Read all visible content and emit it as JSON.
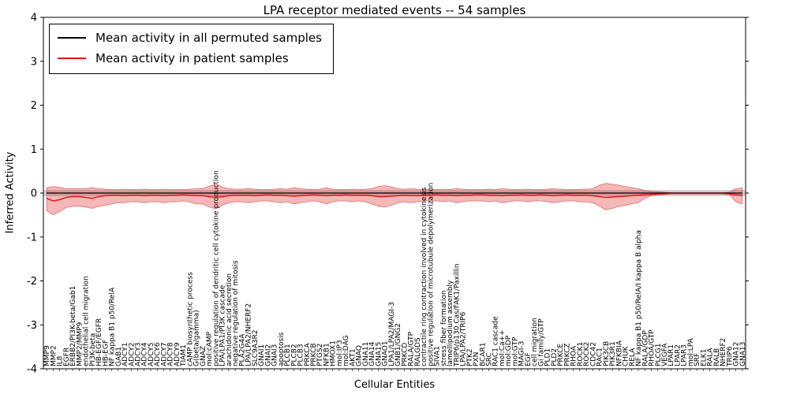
{
  "title": "LPA receptor mediated events -- 54 samples",
  "legend": [
    {
      "label": "Mean activity in all permuted samples",
      "color": "#000000"
    },
    {
      "label": "Mean activity in patient samples",
      "color": "#dd1111"
    }
  ],
  "axes": {
    "ylabel": "Inferred Activity",
    "xlabel": "Cellular Entities",
    "yticks": [
      -4,
      -3,
      -2,
      -1,
      0,
      1,
      2,
      3,
      4
    ],
    "ylim": [
      -4,
      4
    ]
  },
  "chart_data": {
    "type": "line",
    "title": "LPA receptor mediated events -- 54 samples",
    "xlabel": "Cellular Entities",
    "ylabel": "Inferred Activity",
    "ylim": [
      -4,
      4
    ],
    "grid": false,
    "legend_position": "upper left",
    "categories": [
      "MMP9",
      "MMP2",
      "IL8",
      "EGFR",
      "ERBB2/PI3K-beta/Gab1",
      "MMP2/MMP9",
      "endothelial cell migration",
      "PI3K-beta",
      "HB-EGF/EGFR",
      "HB-EGF",
      "NF kappa B1 p50/RelA",
      "GAB1",
      "ADCY1",
      "ADCY2",
      "ADCY3",
      "ADCY4",
      "ADCY5",
      "ADCY6",
      "ADCY7",
      "ADCY8",
      "ADCY9",
      "TIAM1",
      "cAMP biosynthetic process",
      "G(beta/gamma)",
      "GNAZ",
      "mol:cAMP",
      "positive regulation of dendritic cell cytokine production",
      "LPA/LPA1/PI3K cascade",
      "arachidonic acid secretion",
      "negative regulation of mitosis",
      "PLA2G4A",
      "LPA/LPA2/NHERF2",
      "SLC9A3R2",
      "GNAI1",
      "GNAI2",
      "GNAI3",
      "apoptosis",
      "PLCB1",
      "PLCB2",
      "PLCB3",
      "PRKCA",
      "PRKCB",
      "PTGS2",
      "NFKB1",
      "HMOX1",
      "mol:IP3",
      "mol:DAG",
      "AKT1",
      "GNAQ",
      "GNA11",
      "GNA14",
      "GNA15",
      "GNAO1",
      "LPA1/LPA2/MAGI-3",
      "GNB1/GNG2",
      "PRKCD",
      "RALA/GTP",
      "RALGDS",
      "contractile ring contraction involved in cytokinesis",
      "positive regulation of microtubule depolymerization",
      "SIVA1",
      "stress fiber formation",
      "lamellipodium assembly",
      "TRIP6/p130 Cas/FAK1/Paxillin",
      "LPA/LPA2/TRIP6",
      "PTK2",
      "PXN",
      "BCAR1",
      "SRC",
      "RAC1 cascade",
      "mol:Ca++",
      "mol:GDP",
      "mol:GTP",
      "MAGI-3",
      "EGF",
      "cell migration",
      "Gi family/GTP",
      "PLD1",
      "PLD2",
      "PRKCE",
      "PRKCZ",
      "RHOA",
      "ROCK1",
      "ROCK2",
      "CDC42",
      "RAC1",
      "PIK3CB",
      "PIK3R1",
      "NFKBIA",
      "CHUK",
      "RELA",
      "NF kappa B1 p50/RelA/I kappa B alpha",
      "RALA/GDP",
      "RHOA/GTP",
      "PLCG1",
      "VEGFA",
      "LPAR1",
      "LPAR2",
      "LPAR3",
      "mol:LPA",
      "SRF",
      "ELK1",
      "RALA",
      "RALB",
      "NHERF2",
      "TRIP6",
      "GNA12",
      "GNA13"
    ],
    "series": [
      {
        "name": "Mean activity in all permuted samples",
        "color": "#000000",
        "constant": 0
      },
      {
        "name": "Mean activity in patient samples",
        "color": "#dd1111",
        "values": [
          -0.12,
          -0.18,
          -0.15,
          -0.1,
          -0.08,
          -0.08,
          -0.1,
          -0.12,
          -0.08,
          -0.06,
          -0.05,
          -0.05,
          -0.06,
          -0.05,
          -0.05,
          -0.06,
          -0.05,
          -0.05,
          -0.06,
          -0.05,
          -0.05,
          -0.04,
          -0.05,
          -0.06,
          -0.06,
          -0.08,
          -0.1,
          -0.08,
          -0.06,
          -0.05,
          -0.05,
          -0.05,
          -0.06,
          -0.05,
          -0.04,
          -0.05,
          -0.05,
          -0.06,
          -0.07,
          -0.06,
          -0.05,
          -0.04,
          -0.05,
          -0.06,
          -0.05,
          -0.05,
          -0.04,
          -0.05,
          -0.05,
          -0.05,
          -0.06,
          -0.08,
          -0.08,
          -0.07,
          -0.06,
          -0.05,
          -0.06,
          -0.06,
          -0.05,
          -0.05,
          -0.04,
          -0.05,
          -0.05,
          -0.06,
          -0.05,
          -0.05,
          -0.04,
          -0.04,
          -0.05,
          -0.05,
          -0.06,
          -0.05,
          -0.05,
          -0.04,
          -0.05,
          -0.05,
          -0.04,
          -0.05,
          -0.06,
          -0.05,
          -0.04,
          -0.05,
          -0.05,
          -0.05,
          -0.06,
          -0.08,
          -0.1,
          -0.09,
          -0.08,
          -0.07,
          -0.06,
          -0.05,
          -0.04,
          -0.03,
          -0.02,
          -0.02,
          -0.01,
          -0.01,
          -0.01,
          -0.01,
          -0.01,
          -0.01,
          -0.01,
          -0.01,
          -0.01,
          -0.02,
          -0.04,
          -0.05
        ]
      }
    ],
    "patient_band": {
      "color": "rgba(221,17,17,0.3)",
      "edge_color": "rgba(200,30,30,0.55)",
      "upper": [
        0.12,
        0.15,
        0.13,
        0.1,
        0.1,
        0.1,
        0.1,
        0.12,
        0.1,
        0.09,
        0.08,
        0.08,
        0.09,
        0.08,
        0.08,
        0.09,
        0.08,
        0.08,
        0.09,
        0.08,
        0.08,
        0.08,
        0.09,
        0.1,
        0.1,
        0.16,
        0.2,
        0.14,
        0.1,
        0.09,
        0.09,
        0.1,
        0.09,
        0.08,
        0.08,
        0.09,
        0.1,
        0.09,
        0.12,
        0.1,
        0.09,
        0.08,
        0.09,
        0.12,
        0.09,
        0.08,
        0.08,
        0.09,
        0.08,
        0.09,
        0.1,
        0.15,
        0.17,
        0.14,
        0.1,
        0.09,
        0.1,
        0.09,
        0.08,
        0.08,
        0.08,
        0.09,
        0.08,
        0.1,
        0.09,
        0.08,
        0.08,
        0.08,
        0.09,
        0.08,
        0.1,
        0.09,
        0.08,
        0.08,
        0.09,
        0.08,
        0.08,
        0.09,
        0.1,
        0.09,
        0.08,
        0.08,
        0.09,
        0.09,
        0.1,
        0.18,
        0.22,
        0.2,
        0.18,
        0.15,
        0.12,
        0.1,
        0.06,
        0.04,
        0.03,
        0.02,
        0.01,
        0.01,
        0.01,
        0.01,
        0.01,
        0.01,
        0.01,
        0.01,
        0.01,
        0.02,
        0.1,
        0.12
      ],
      "lower": [
        -0.4,
        -0.5,
        -0.42,
        -0.33,
        -0.3,
        -0.3,
        -0.32,
        -0.35,
        -0.3,
        -0.28,
        -0.25,
        -0.22,
        -0.22,
        -0.2,
        -0.2,
        -0.22,
        -0.2,
        -0.2,
        -0.22,
        -0.2,
        -0.2,
        -0.18,
        -0.2,
        -0.25,
        -0.25,
        -0.32,
        -0.36,
        -0.28,
        -0.22,
        -0.2,
        -0.2,
        -0.22,
        -0.2,
        -0.18,
        -0.18,
        -0.2,
        -0.22,
        -0.2,
        -0.25,
        -0.22,
        -0.2,
        -0.18,
        -0.2,
        -0.25,
        -0.2,
        -0.18,
        -0.18,
        -0.2,
        -0.18,
        -0.2,
        -0.25,
        -0.3,
        -0.32,
        -0.28,
        -0.22,
        -0.2,
        -0.22,
        -0.2,
        -0.18,
        -0.18,
        -0.18,
        -0.2,
        -0.18,
        -0.22,
        -0.2,
        -0.18,
        -0.18,
        -0.18,
        -0.2,
        -0.18,
        -0.22,
        -0.2,
        -0.18,
        -0.18,
        -0.2,
        -0.18,
        -0.18,
        -0.2,
        -0.22,
        -0.2,
        -0.18,
        -0.18,
        -0.2,
        -0.2,
        -0.22,
        -0.3,
        -0.38,
        -0.35,
        -0.3,
        -0.28,
        -0.25,
        -0.22,
        -0.12,
        -0.06,
        -0.04,
        -0.03,
        -0.02,
        -0.02,
        -0.02,
        -0.02,
        -0.02,
        -0.02,
        -0.02,
        -0.02,
        -0.02,
        -0.03,
        -0.2,
        -0.25
      ]
    },
    "permuted_band": {
      "upper": 0.07,
      "lower": -0.07,
      "color": "rgba(140,140,140,0.4)"
    }
  }
}
